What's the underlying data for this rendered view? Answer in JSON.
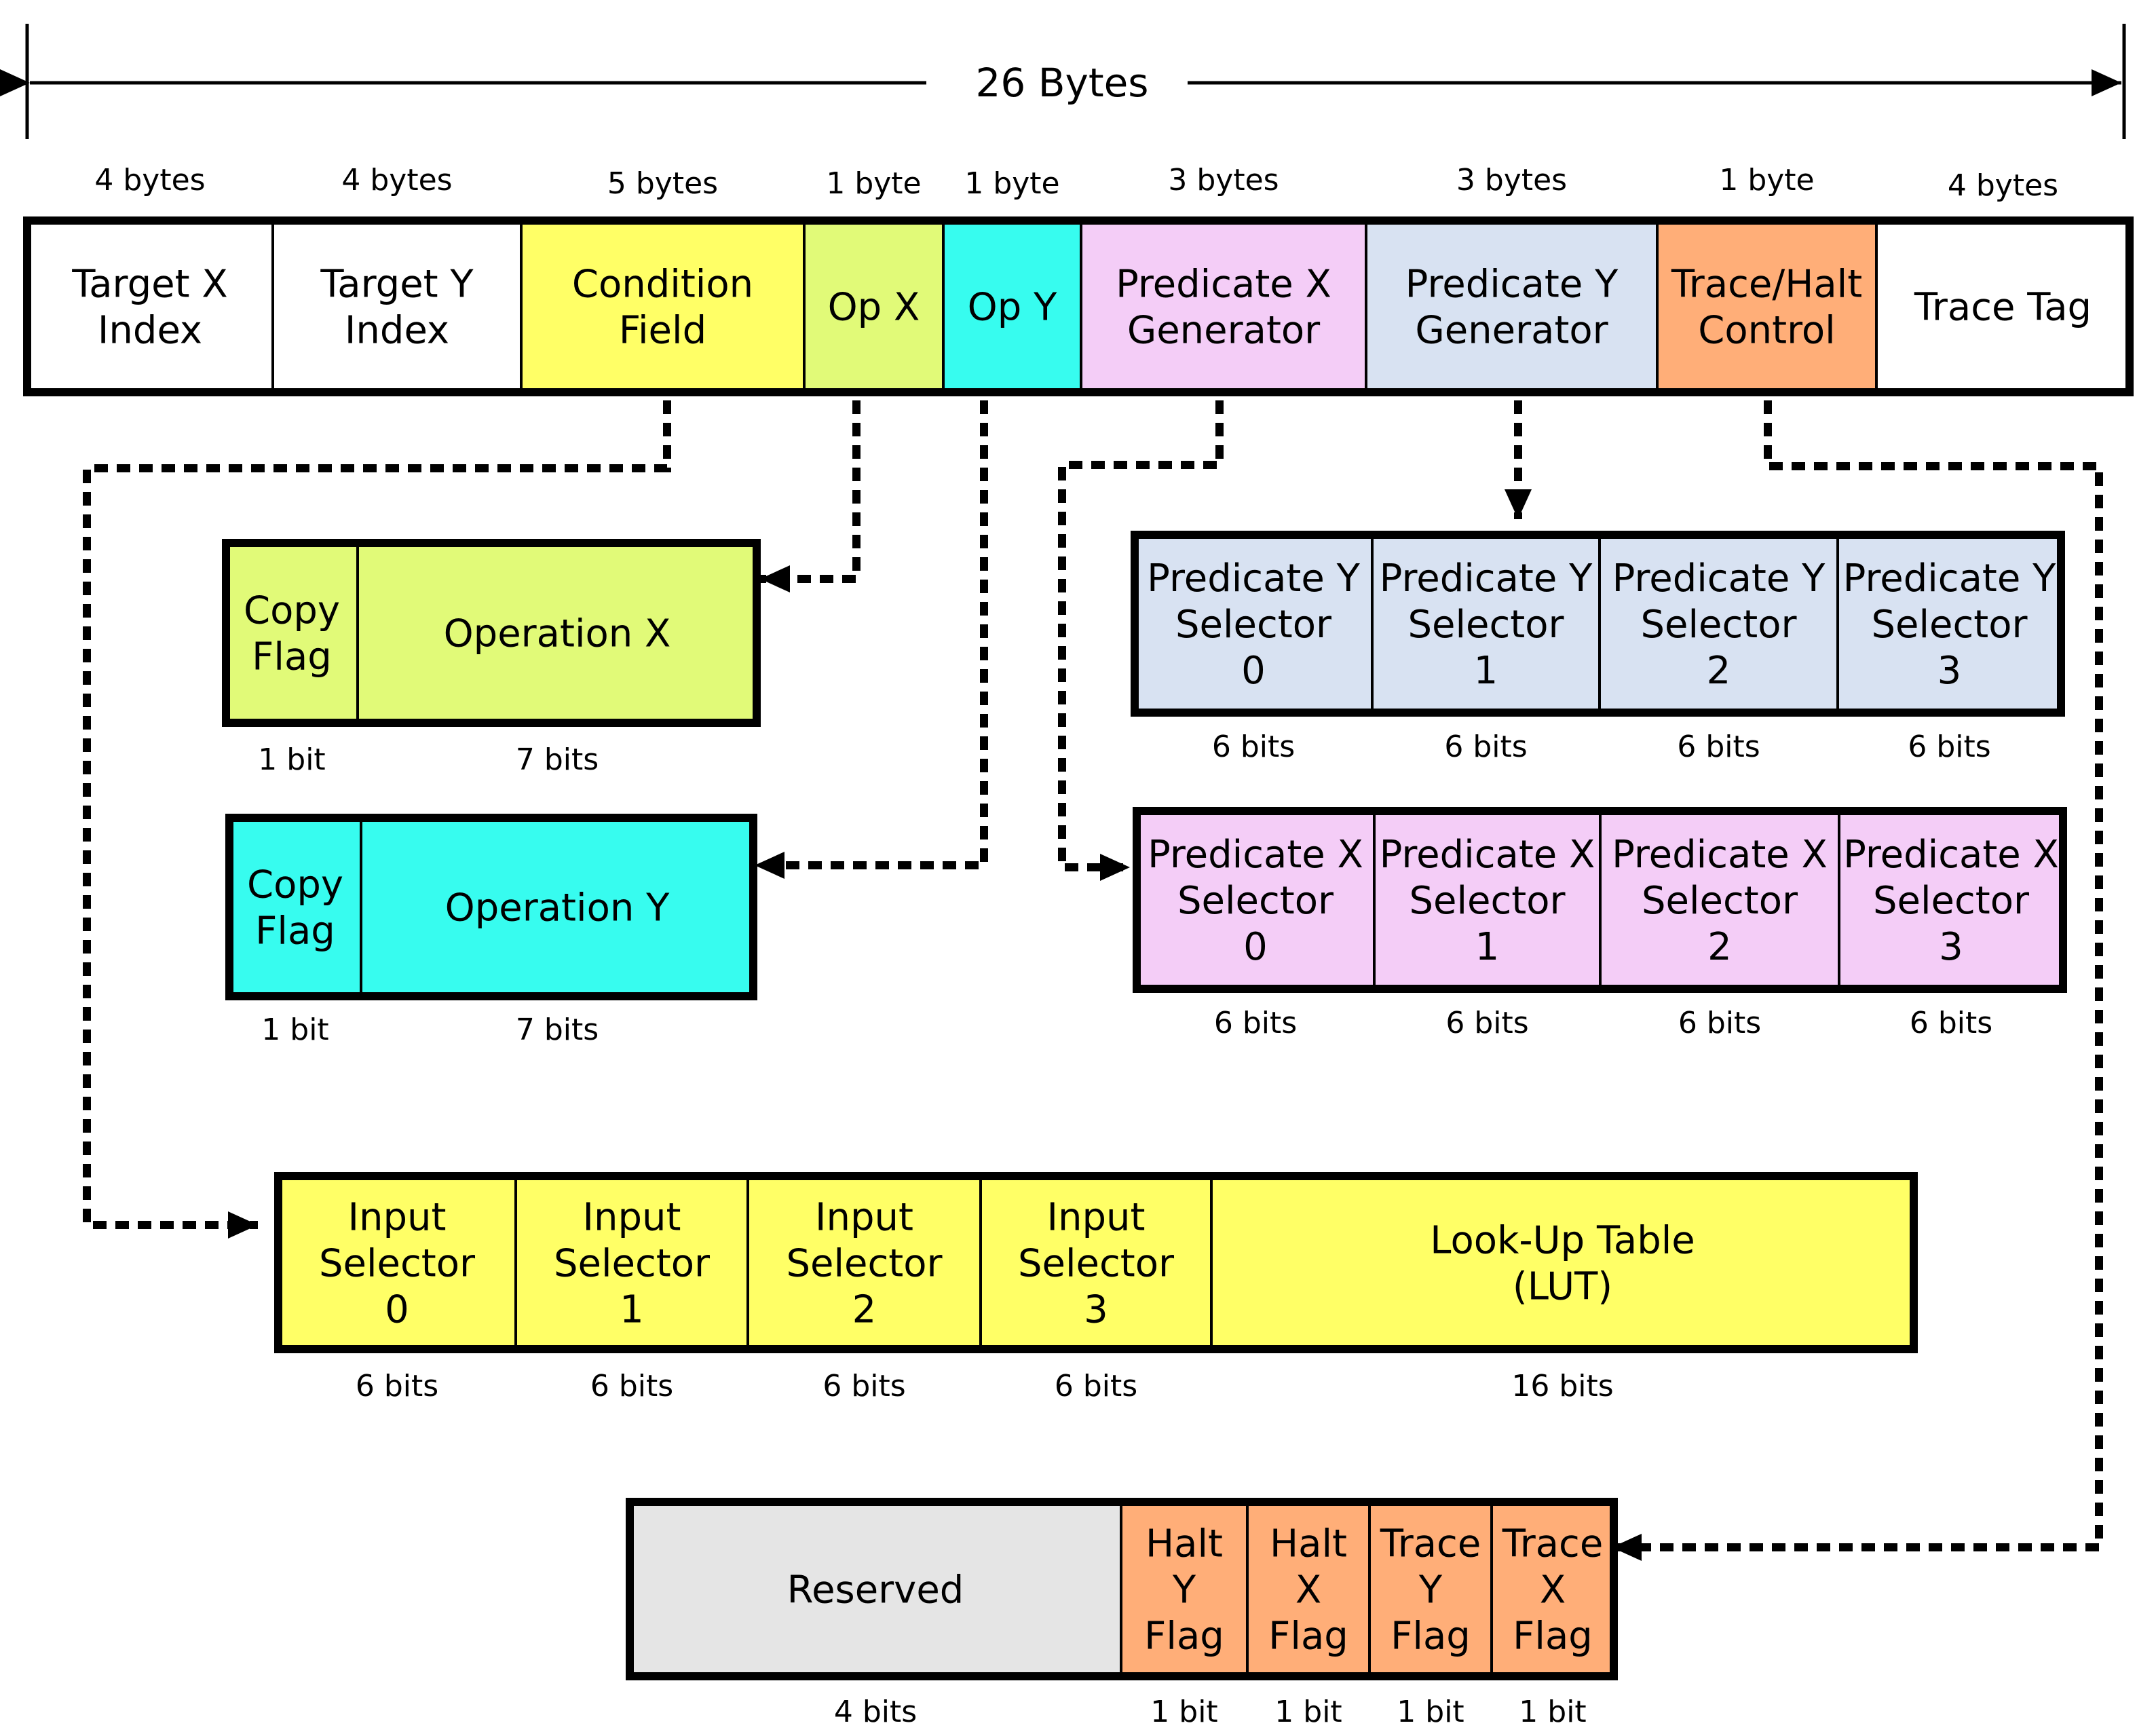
{
  "title": "26 Bytes",
  "colors": {
    "white": "#ffffff",
    "yellow": "#ffff66",
    "lime": "#e1fa78",
    "cyan": "#37fcef",
    "pink": "#f4cdf7",
    "blue": "#d8e2f2",
    "orange": "#ffae78",
    "gray": "#e5e5e5"
  },
  "top": {
    "cells": [
      {
        "label": [
          "Target X",
          "Index"
        ],
        "size": "4 bytes",
        "color": "white"
      },
      {
        "label": [
          "Target Y",
          "Index"
        ],
        "size": "4 bytes",
        "color": "white"
      },
      {
        "label": [
          "Condition",
          "Field"
        ],
        "size": "5 bytes",
        "color": "yellow"
      },
      {
        "label": [
          "Op X"
        ],
        "size": "1 byte",
        "color": "lime"
      },
      {
        "label": [
          "Op Y"
        ],
        "size": "1 byte",
        "color": "cyan"
      },
      {
        "label": [
          "Predicate X",
          "Generator"
        ],
        "size": "3 bytes",
        "color": "pink"
      },
      {
        "label": [
          "Predicate Y",
          "Generator"
        ],
        "size": "3 bytes",
        "color": "blue"
      },
      {
        "label": [
          "Trace/Halt",
          "Control"
        ],
        "size": "1 byte",
        "color": "orange"
      },
      {
        "label": [
          "Trace Tag"
        ],
        "size": "4 bytes",
        "color": "white"
      }
    ]
  },
  "opx": {
    "cells": [
      {
        "label": [
          "Copy",
          "Flag"
        ],
        "size": "1 bit",
        "color": "lime"
      },
      {
        "label": [
          "Operation X"
        ],
        "size": "7 bits",
        "color": "lime"
      }
    ]
  },
  "opy": {
    "cells": [
      {
        "label": [
          "Copy",
          "Flag"
        ],
        "size": "1 bit",
        "color": "cyan"
      },
      {
        "label": [
          "Operation Y"
        ],
        "size": "7 bits",
        "color": "cyan"
      }
    ]
  },
  "predy": {
    "cells": [
      {
        "label": [
          "Predicate Y",
          "Selector",
          "0"
        ],
        "size": "6 bits",
        "color": "blue"
      },
      {
        "label": [
          "Predicate Y",
          "Selector",
          "1"
        ],
        "size": "6 bits",
        "color": "blue"
      },
      {
        "label": [
          "Predicate Y",
          "Selector",
          "2"
        ],
        "size": "6 bits",
        "color": "blue"
      },
      {
        "label": [
          "Predicate Y",
          "Selector",
          "3"
        ],
        "size": "6 bits",
        "color": "blue"
      }
    ]
  },
  "predx": {
    "cells": [
      {
        "label": [
          "Predicate X",
          "Selector",
          "0"
        ],
        "size": "6 bits",
        "color": "pink"
      },
      {
        "label": [
          "Predicate X",
          "Selector",
          "1"
        ],
        "size": "6 bits",
        "color": "pink"
      },
      {
        "label": [
          "Predicate X",
          "Selector",
          "2"
        ],
        "size": "6 bits",
        "color": "pink"
      },
      {
        "label": [
          "Predicate X",
          "Selector",
          "3"
        ],
        "size": "6 bits",
        "color": "pink"
      }
    ]
  },
  "cond": {
    "cells": [
      {
        "label": [
          "Input",
          "Selector",
          "0"
        ],
        "size": "6 bits",
        "color": "yellow"
      },
      {
        "label": [
          "Input",
          "Selector",
          "1"
        ],
        "size": "6 bits",
        "color": "yellow"
      },
      {
        "label": [
          "Input",
          "Selector",
          "2"
        ],
        "size": "6 bits",
        "color": "yellow"
      },
      {
        "label": [
          "Input",
          "Selector",
          "3"
        ],
        "size": "6 bits",
        "color": "yellow"
      },
      {
        "label": [
          "Look-Up Table",
          "(LUT)"
        ],
        "size": "16 bits",
        "color": "yellow"
      }
    ]
  },
  "trace": {
    "cells": [
      {
        "label": [
          "Reserved"
        ],
        "size": "4 bits",
        "color": "gray"
      },
      {
        "label": [
          "Halt",
          "Y",
          "Flag"
        ],
        "size": "1 bit",
        "color": "orange"
      },
      {
        "label": [
          "Halt",
          "X",
          "Flag"
        ],
        "size": "1 bit",
        "color": "orange"
      },
      {
        "label": [
          "Trace",
          "Y",
          "Flag"
        ],
        "size": "1 bit",
        "color": "orange"
      },
      {
        "label": [
          "Trace",
          "X",
          "Flag"
        ],
        "size": "1 bit",
        "color": "orange"
      }
    ]
  }
}
